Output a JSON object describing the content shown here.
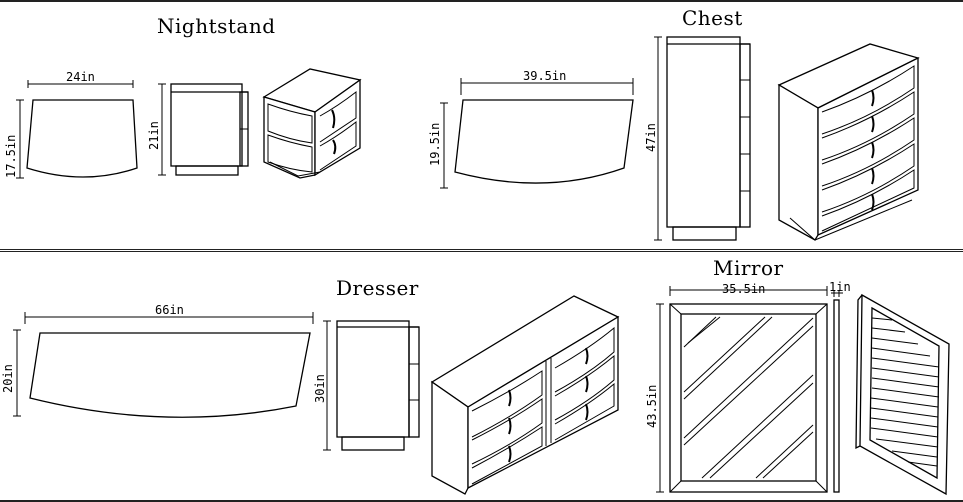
{
  "nightstand": {
    "title": "Nightstand",
    "width": "24in",
    "depth": "17.5in",
    "height": "21in"
  },
  "chest": {
    "title": "Chest",
    "width": "39.5in",
    "depth": "19.5in",
    "height": "47in"
  },
  "dresser": {
    "title": "Dresser",
    "width": "66in",
    "depth": "20in",
    "height": "30in"
  },
  "mirror": {
    "title": "Mirror",
    "width": "35.5in",
    "thickness": "1in",
    "height": "43.5in"
  }
}
